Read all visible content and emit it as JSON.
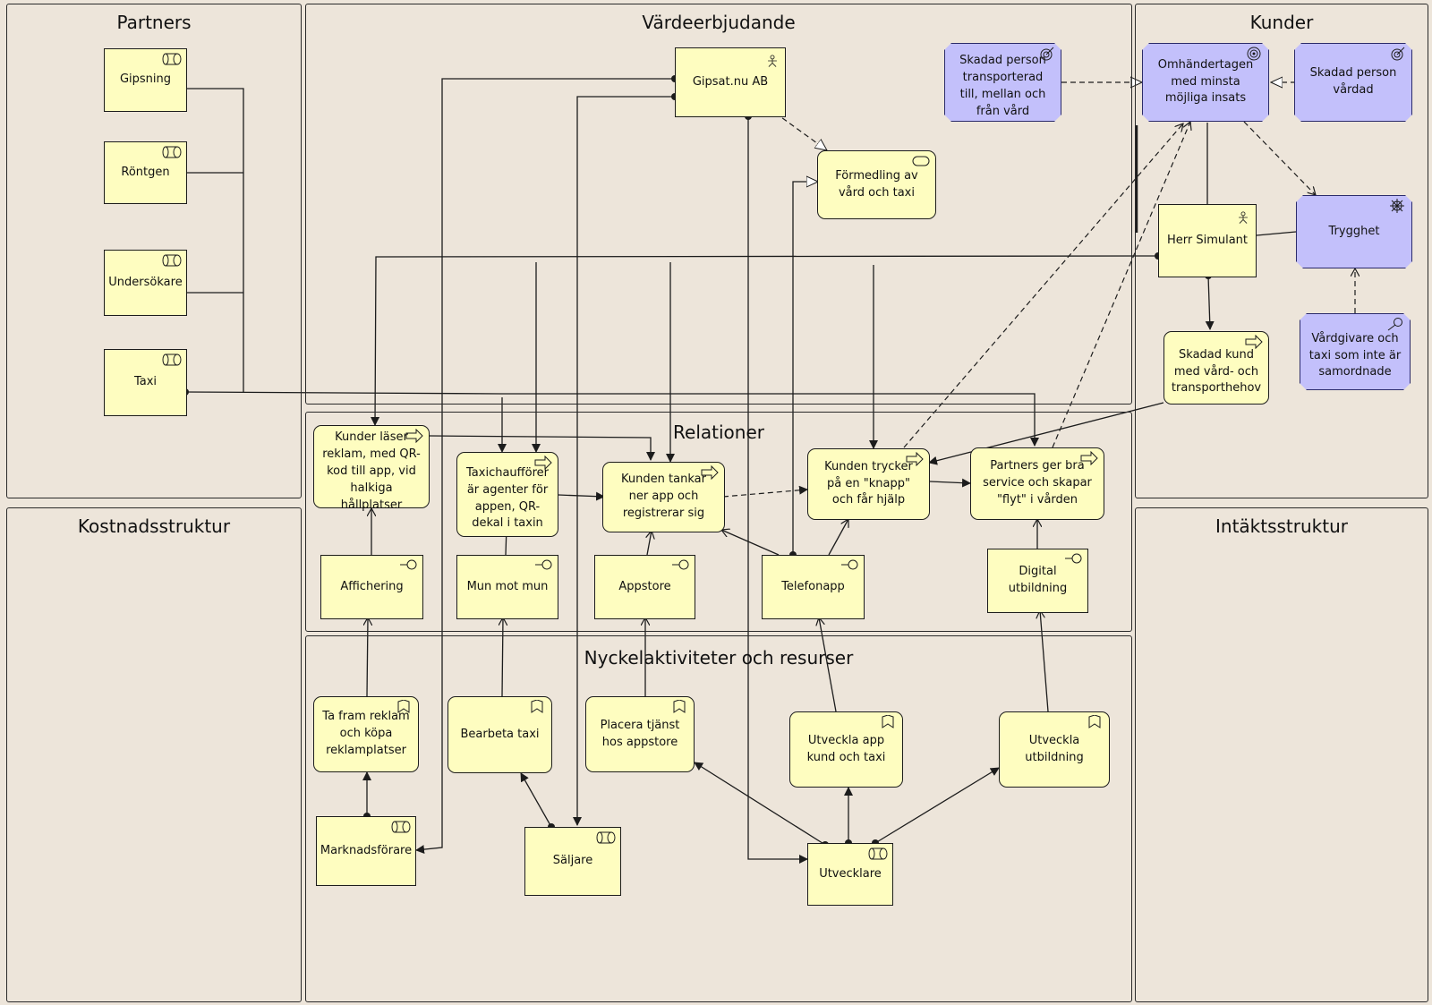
{
  "sections": {
    "partners": "Partners",
    "vardeerbjudande": "Värdeerbjudande",
    "kunder": "Kunder",
    "relationer": "Relationer",
    "kostnadsstruktur": "Kostnadsstruktur",
    "intaktsstruktur": "Intäktsstruktur",
    "nyckelaktiviteter": "Nyckelaktiviteter och resurser"
  },
  "nodes": {
    "gipsning": "Gipsning",
    "rontgen": "Röntgen",
    "undersokare": "Undersökare",
    "taxi": "Taxi",
    "gipsat": "Gipsat.nu AB",
    "formedling": "Förmedling av vård och taxi",
    "skadad_transp": "Skadad person transporterad till, mellan och från vård",
    "omhandertagen": "Omhändertagen med minsta möjliga insats",
    "skadad_vardad": "Skadad person vårdad",
    "herr_simulant": "Herr Simulant",
    "trygghet": "Trygghet",
    "skadad_kund": "Skadad kund med vård- och transporthehov",
    "vardgivare": "Vårdgivare och taxi som inte är samordnade",
    "kunder_laser": "Kunder läser reklam, med QR-kod till app, vid halkiga hållplatser",
    "taxichaufforer": "Taxichaufförer är agenter för appen, QR-dekal i taxin",
    "kunden_tankar": "Kunden tankar ner app och registrerar sig",
    "kunden_trycker": "Kunden trycker på en \"knapp\" och får hjälp",
    "partners_ger": "Partners ger bra service och skapar \"flyt\" i vården",
    "affichering": "Affichering",
    "mun_mot_mun": "Mun mot mun",
    "appstore": "Appstore",
    "telefonapp": "Telefonapp",
    "digital_utb": "Digital utbildning",
    "ta_fram": "Ta fram reklam och köpa reklamplatser",
    "bearbeta": "Bearbeta taxi",
    "placera": "Placera tjänst hos appstore",
    "utveckla_app": "Utveckla app kund och taxi",
    "utveckla_utb": "Utveckla utbildning",
    "marknadsforare": "Marknadsförare",
    "saljare": "Säljare",
    "utvecklare": "Utvecklare"
  },
  "colors": {
    "background": "#ede5da",
    "element_fill": "#fefdc0",
    "motivation_fill": "#c3c0fb",
    "line": "#1c1c1c"
  },
  "icons": {
    "role": "role-icon",
    "actor": "actor-icon",
    "service": "service-icon",
    "goal": "goal-icon",
    "outcome": "outcome-icon",
    "driver": "driver-icon",
    "assessment": "assessment-icon",
    "process": "process-icon",
    "interface": "interface-icon",
    "function": "function-icon"
  }
}
